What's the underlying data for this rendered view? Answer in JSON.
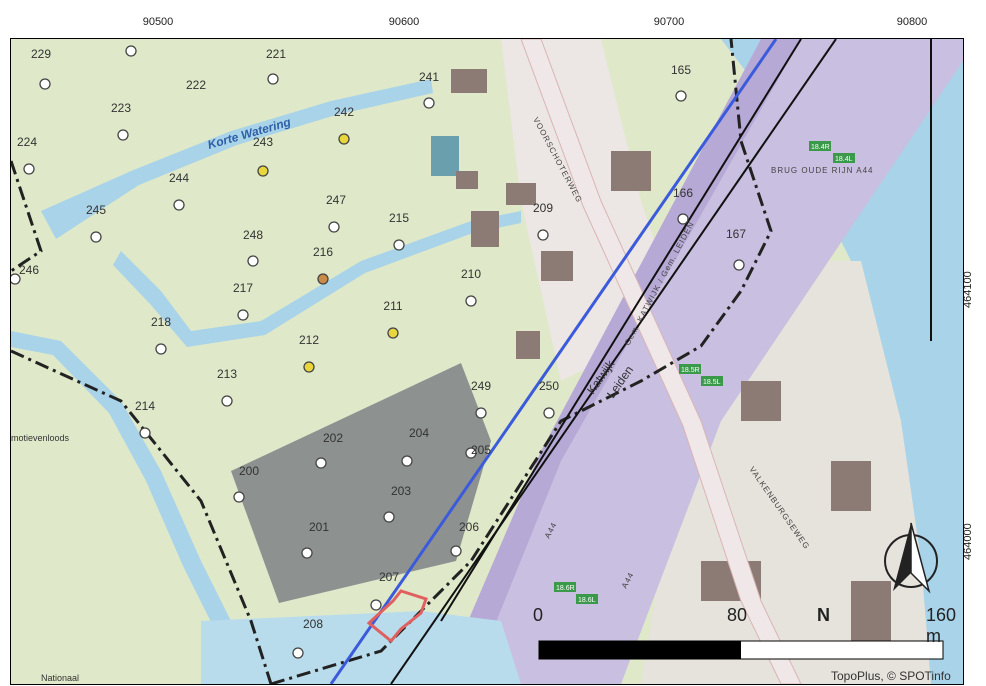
{
  "x_ticks": [
    "90500",
    "90600",
    "90700",
    "90800"
  ],
  "y_ticks": [
    "464100",
    "464000"
  ],
  "scale_bar": {
    "labels": [
      "0",
      "80",
      "160 m"
    ]
  },
  "north": "N",
  "credit": "TopoPlus, © SPOTinfo",
  "water_label": "Korte Watering",
  "road_labels": {
    "voorschoterweg": "VOORSCHOTERWEG",
    "valkenburgseweg": "VALKENBURGSEWEG",
    "a44_a": "A44",
    "a44_b": "A44",
    "brug": "BRUG OUDE RIJN A44",
    "gem": "Gem. KATWIJK / Gem. LEIDEN"
  },
  "boundary_labels": {
    "katwijk": "Katwijk",
    "leiden": "Leiden"
  },
  "place_labels": {
    "motieven": "motievenloods",
    "nationaal": "Nationaal"
  },
  "highway_signs": [
    "18.4R",
    "18.4L",
    "18.5R",
    "18.5L",
    "18.6R",
    "18.6L"
  ],
  "colors": {
    "yellow_marker": "#e8d63c",
    "orange_marker": "#c98a4a",
    "blue_line": "#3b5bdb",
    "red_outline": "#e06060"
  },
  "points": [
    {
      "id": "229"
    },
    {
      "id": "221"
    },
    {
      "id": "222"
    },
    {
      "id": "223"
    },
    {
      "id": "224"
    },
    {
      "id": "241"
    },
    {
      "id": "165"
    },
    {
      "id": "242"
    },
    {
      "id": "243"
    },
    {
      "id": "244"
    },
    {
      "id": "245"
    },
    {
      "id": "246"
    },
    {
      "id": "247"
    },
    {
      "id": "248"
    },
    {
      "id": "215"
    },
    {
      "id": "216"
    },
    {
      "id": "217"
    },
    {
      "id": "218"
    },
    {
      "id": "209"
    },
    {
      "id": "210"
    },
    {
      "id": "211"
    },
    {
      "id": "212"
    },
    {
      "id": "213"
    },
    {
      "id": "214"
    },
    {
      "id": "249"
    },
    {
      "id": "250"
    },
    {
      "id": "167"
    },
    {
      "id": "166"
    },
    {
      "id": "202"
    },
    {
      "id": "204"
    },
    {
      "id": "205"
    },
    {
      "id": "200"
    },
    {
      "id": "203"
    },
    {
      "id": "201"
    },
    {
      "id": "206"
    },
    {
      "id": "207"
    },
    {
      "id": "208"
    }
  ]
}
